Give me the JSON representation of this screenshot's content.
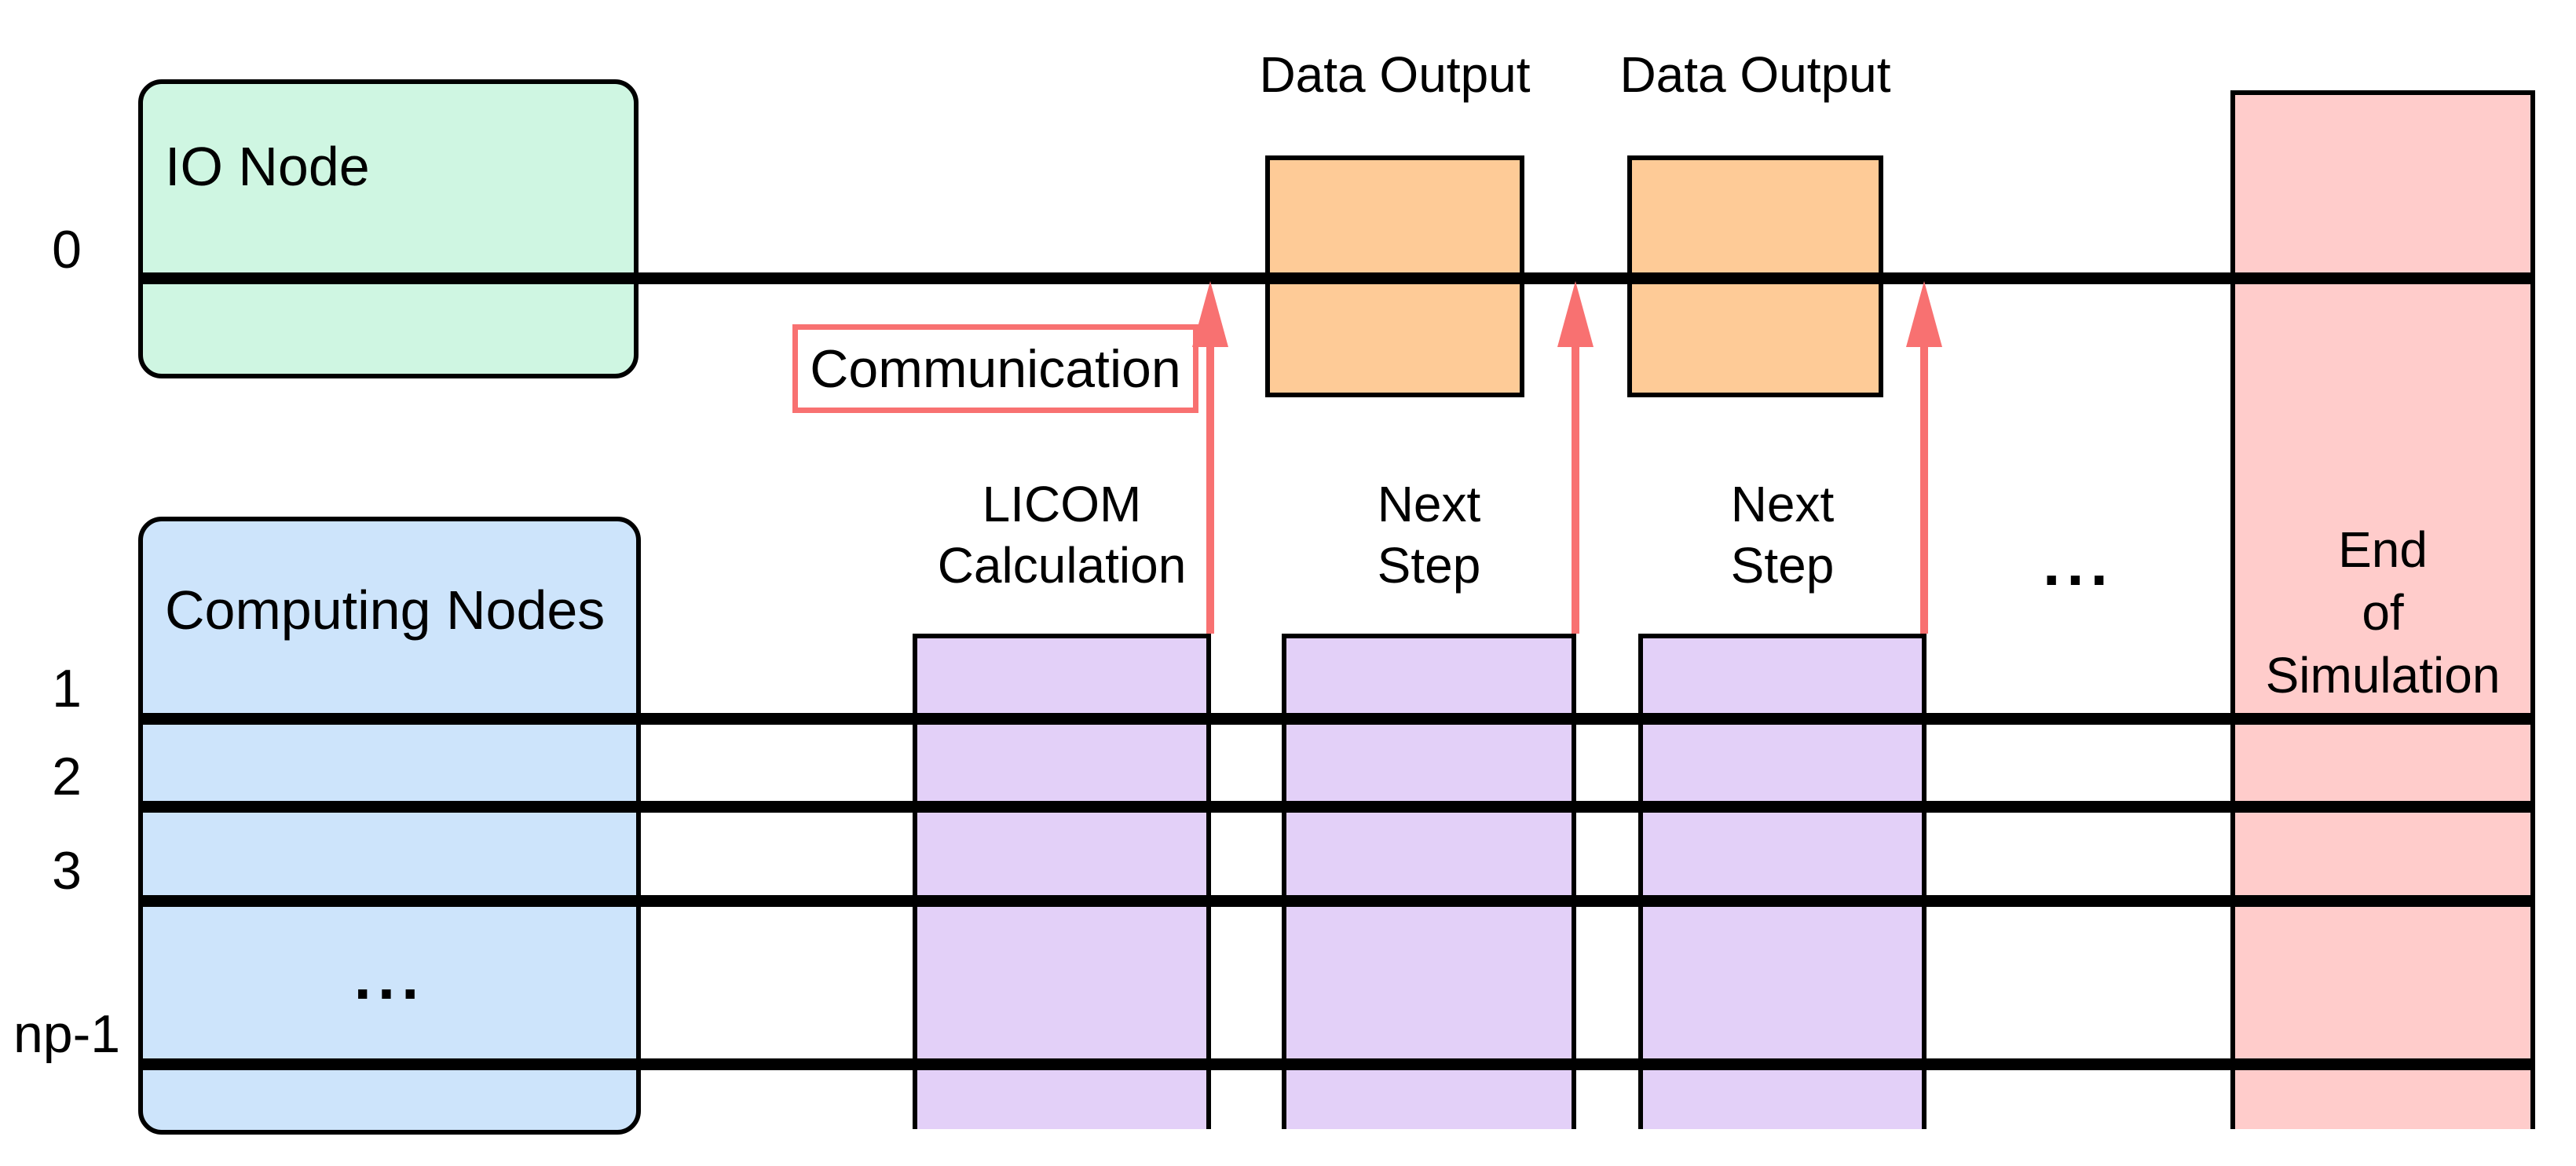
{
  "colors": {
    "mint": "#cff6e2",
    "blue": "#cde4fb",
    "purple": "#e3d0f8",
    "orange": "#fecb97",
    "pink": "#ffcccb",
    "salmon": "#f87171",
    "line": "#000000"
  },
  "rows": [
    {
      "label": "0"
    },
    {
      "label": "1"
    },
    {
      "label": "2"
    },
    {
      "label": "3"
    },
    {
      "label": "np-1"
    }
  ],
  "io_node": {
    "label": "IO Node"
  },
  "computing_nodes": {
    "label": "Computing Nodes",
    "ellipsis": "..."
  },
  "data_outputs": [
    {
      "label": "Data Output"
    },
    {
      "label": "Data Output"
    }
  ],
  "phases": [
    {
      "label": "LICOM\nCalculation"
    },
    {
      "label": "Next\nStep"
    },
    {
      "label": "Next\nStep"
    }
  ],
  "communication": {
    "label": "Communication"
  },
  "timeline_ellipsis": "...",
  "end_of_simulation": {
    "label": "End\nof\nSimulation"
  }
}
